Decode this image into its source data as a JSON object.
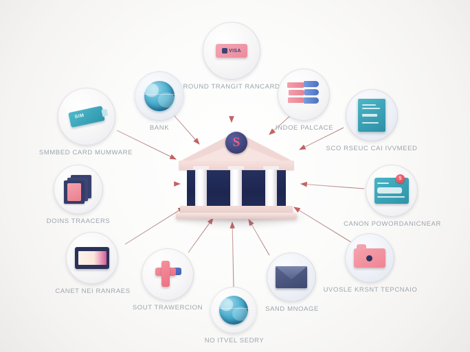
{
  "diagram": {
    "title_visible": false,
    "background_color": "#fcfcfb",
    "arrow_color": "#b5898c",
    "caption_color": "#9aa3ac",
    "hub": {
      "name": "bank-building",
      "seal_letter": "S",
      "columns": 3
    },
    "nodes": [
      {
        "id": "round-transit-rancard",
        "label": "ROUND TRANGIT RANCARD",
        "icon": "pink-card-badge-icon",
        "position": "top-center"
      },
      {
        "id": "bank",
        "label": "BANK",
        "icon": "globe-icon",
        "position": "top-left"
      },
      {
        "id": "indoe-palcace",
        "label": "INDOE PALCACE",
        "icon": "fan-pages-icon",
        "position": "top-right"
      },
      {
        "id": "sco-rseuc-cai-ivvmeed",
        "label": "SCO RSEUC CAI IVVMEED",
        "icon": "teal-book-icon",
        "position": "right-upper"
      },
      {
        "id": "smbed-card-mumware",
        "label": "SMMBED CARD MUMWARE",
        "icon": "usb-stick-icon",
        "position": "left-upper"
      },
      {
        "id": "doins-traacers",
        "label": "DOINS TRAACERS",
        "icon": "documents-icon",
        "position": "left-middle"
      },
      {
        "id": "canon-poworoanicnear",
        "label": "CANON POWORDANICNEAR",
        "icon": "teal-form-card-icon",
        "badge": "5",
        "position": "right-middle"
      },
      {
        "id": "canet-nei-ranraes",
        "label": "CANET NEI RANRAES",
        "icon": "monitor-icon",
        "position": "left-lower"
      },
      {
        "id": "uvosle-krsnt-tepcnaio",
        "label": "UVOSLE KRSNT TEPCNAIO",
        "icon": "pink-camera-icon",
        "position": "right-lower"
      },
      {
        "id": "sout-trawercion",
        "label": "SOUT TRAWERCION",
        "icon": "plus-cross-icon",
        "position": "bottom-left"
      },
      {
        "id": "sand-mnoage",
        "label": "SAND MNOAGE",
        "icon": "envelope-icon",
        "position": "bottom-right"
      },
      {
        "id": "no-itvel-sedry",
        "label": "NO ITVEL SEDRY",
        "icon": "globe-icon",
        "position": "bottom-center"
      }
    ]
  }
}
